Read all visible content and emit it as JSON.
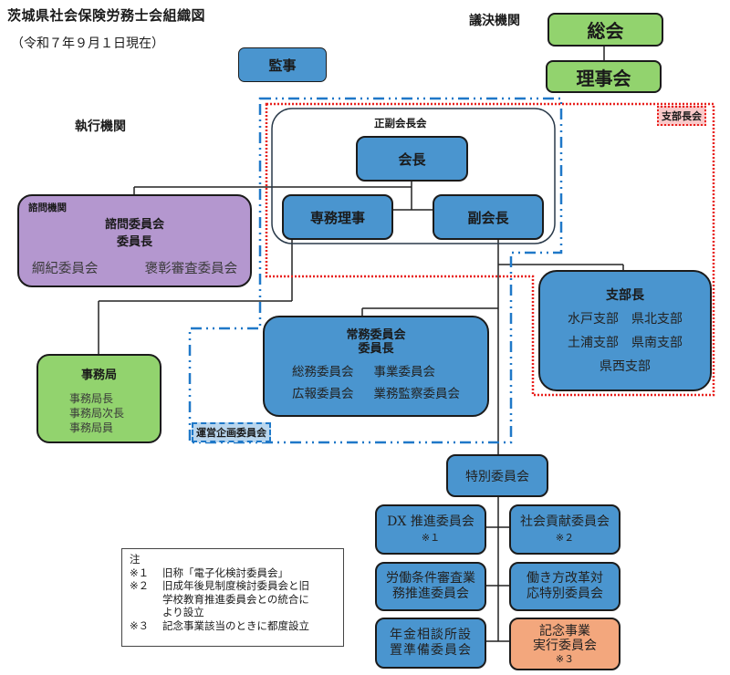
{
  "header": {
    "title": "茨城県社会保険労務士会組織図",
    "date": "（令和７年９月１日現在）"
  },
  "sections": {
    "legislative": "議決機関",
    "executive": "執行機関"
  },
  "legislative": {
    "general_assembly": "総会",
    "board": "理事会"
  },
  "auditor": "監事",
  "branch_council_label": "支部長会",
  "president_council": {
    "label": "正副会長会",
    "president": "会長",
    "managing_director": "専務理事",
    "vice_president": "副会長"
  },
  "advisory": {
    "tag": "諮問機関",
    "title": "諮問委員会",
    "chair": "委員長",
    "members": [
      "綱紀委員会",
      "褒彰審査委員会"
    ]
  },
  "branches": {
    "title": "支部長",
    "items": [
      "水戸支部",
      "県北支部",
      "土浦支部",
      "県南支部",
      "県西支部"
    ]
  },
  "secretariat": {
    "title": "事務局",
    "items": [
      "事務局長",
      "事務局次長",
      "事務局員"
    ]
  },
  "standing_committee": {
    "title": "常務委員会",
    "chair": "委員長",
    "items": [
      "総務委員会",
      "事業委員会",
      "広報委員会",
      "業務監察委員会"
    ]
  },
  "steering_label": "運営企画委員会",
  "special": {
    "title": "特別委員会",
    "committees": [
      {
        "name": "DX 推進委員会",
        "note": "※１"
      },
      {
        "name": "社会貢献委員会",
        "note": "※２"
      },
      {
        "name": "労働条件審査業務推進委員会",
        "line1": "労働条件審査業",
        "line2": "務推進委員会"
      },
      {
        "name": "働き方改革対応特別委員会",
        "line1": "働き方改革対",
        "line2": "応特別委員会"
      },
      {
        "name": "年金相談所設置準備委員会",
        "line1": "年金相談所設",
        "line2": "置準備委員会"
      },
      {
        "name": "記念事業実行委員会",
        "line1": "記念事業",
        "line2": "実行委員会",
        "note": "※３"
      }
    ]
  },
  "notes": {
    "heading": "注",
    "items": [
      {
        "key": "※１",
        "lines": [
          "旧称「電子化検討委員会」"
        ]
      },
      {
        "key": "※２",
        "lines": [
          "旧成年後見制度検討委員会と旧",
          "学校教育推進委員会との統合に",
          "より設立"
        ]
      },
      {
        "key": "※３",
        "lines": [
          "記念事業該当のときに都度設立"
        ]
      }
    ]
  },
  "colors": {
    "blue": "#4a95cf",
    "green": "#92d36e",
    "purple": "#b497cf",
    "orange": "#f3a77d",
    "branch_council_border": "#e8201d",
    "steering_border": "#1f78c8"
  }
}
